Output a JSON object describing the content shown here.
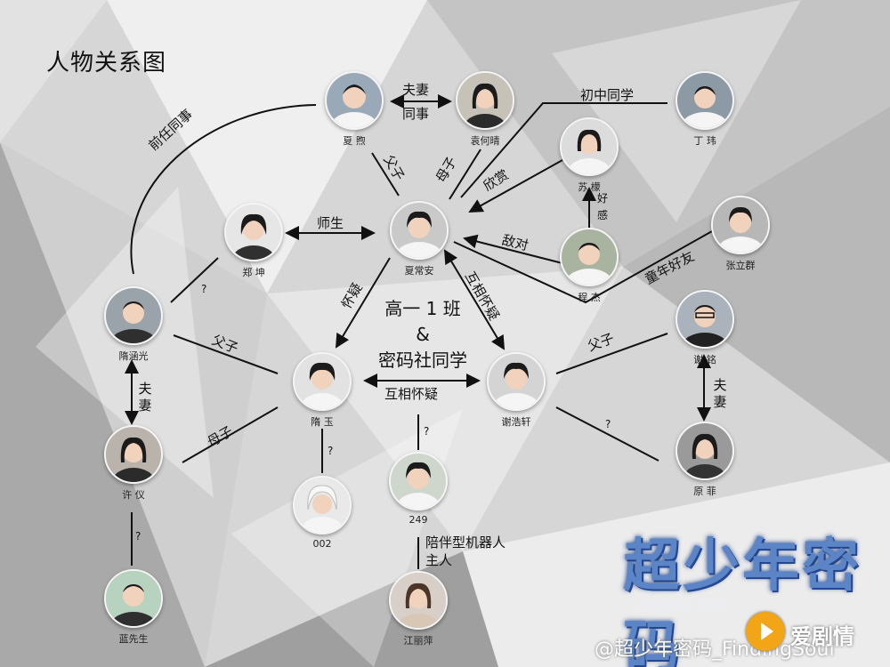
{
  "title": "人物关系图",
  "colors": {
    "skin": "#f1d2bc",
    "hair": "#1b1b1b",
    "shirt": "#f5f5f5",
    "line": "#111111"
  },
  "nodes": {
    "xia_xu": "夏 煦",
    "yuan_heqing": "袁何晴",
    "ding_wei": "丁 玮",
    "su_meng": "苏 檬",
    "zhang_liqun": "张立群",
    "zheng_kun": "郑 坤",
    "xia_changan": "夏常安",
    "cheng_jie": "程 杰",
    "sui_hanguang": "隋涵光",
    "xie_ming": "谢 铭",
    "sui_yu": "隋 玉",
    "xie_haoxuan": "谢浩轩",
    "xu_yi": "许 仪",
    "yuan_fei": "原 菲",
    "n002": "002",
    "n249": "249",
    "mr_lan": "蓝先生",
    "jiang_liping": "江丽萍"
  },
  "relations": {
    "xia_yuan_top": "夫妻",
    "xia_yuan_bottom": "同事",
    "former_colleague": "前任同事",
    "father_son_xia": "父子",
    "mother_son_yuan": "母子",
    "junior_classmate": "初中同学",
    "admire": "欣赏",
    "good_feeling": "好感",
    "teacher_student": "师生",
    "rival": "敌对",
    "childhood_friend": "童年好友",
    "suspect": "怀疑",
    "mutual_suspect_vertical": "互相怀疑",
    "mutual_suspect_horizontal": "互相怀疑",
    "father_child_sui": "父子",
    "mother_child_xu": "母子",
    "father_son_xie": "父子",
    "couple_sui_xu": "夫妻",
    "couple_xie_yuan": "夫妻",
    "q_zheng": "?",
    "q_002": "?",
    "q_249": "?",
    "q_yuanfei": "?",
    "q_lan": "?",
    "robot_owner": "陪伴型机器人\n主人"
  },
  "center": {
    "line1": "高一 1 班",
    "line2": "&",
    "line3": "密码社同学"
  },
  "logo": {
    "main": "超少年密码",
    "sub": "FINDING SOUL"
  },
  "watermark": "@超少年密码_FindingSoul",
  "site": "爱剧情"
}
